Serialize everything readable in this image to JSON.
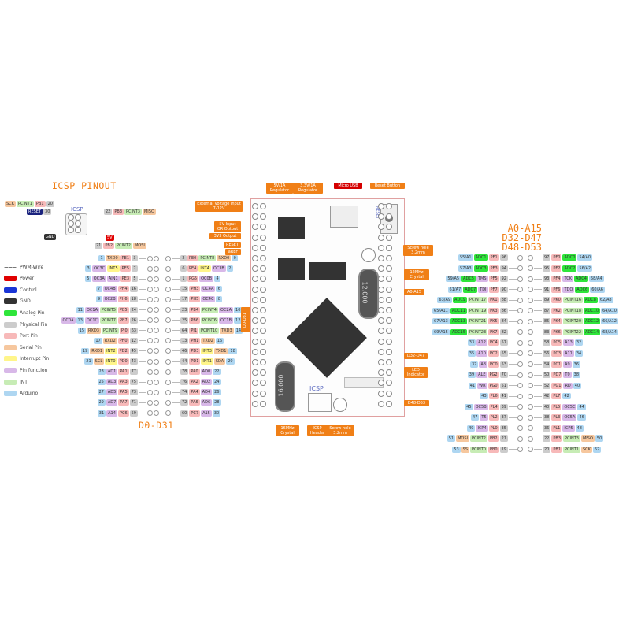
{
  "headers": {
    "icsp_pinout": "ICSP PINOUT",
    "d0_d31": "D0-D31",
    "right_title": [
      "A0-A15",
      "D32-D47",
      "D48-D53"
    ]
  },
  "icsp": {
    "label": "ICSP",
    "rows": [
      {
        "tags": [
          "SCK",
          "PCINT1",
          "PB1",
          "20"
        ],
        "colors": [
          "#f6c79e",
          "#c7ecb5",
          "#f7b9b9",
          "#cccccc"
        ]
      },
      {
        "tags": [
          "RESET",
          "30"
        ],
        "colors": [
          "#1a237e",
          "#cccccc"
        ]
      },
      {
        "tags": [
          "22",
          "PB3",
          "PCINT3",
          "MISO"
        ],
        "colors": [
          "#cccccc",
          "#f7b9b9",
          "#c7ecb5",
          "#f6c79e"
        ]
      },
      {
        "tags": [
          "GND"
        ],
        "colors": [
          "#333333"
        ]
      },
      {
        "tags": [
          "5V"
        ],
        "colors": [
          "#e00000"
        ]
      },
      {
        "tags": [
          "21",
          "PB2",
          "PCINT2",
          "MOSI"
        ],
        "colors": [
          "#cccccc",
          "#f7b9b9",
          "#c7ecb5",
          "#f6c79e"
        ]
      }
    ]
  },
  "legend": [
    {
      "label": "PWM-Wire",
      "color": "#ffffff",
      "style": "dash"
    },
    {
      "label": "Power",
      "color": "#e00000"
    },
    {
      "label": "Control",
      "color": "#1a35d6"
    },
    {
      "label": "GND",
      "color": "#333333"
    },
    {
      "label": "Analog Pin",
      "color": "#2ee53a"
    },
    {
      "label": "Physical Pin",
      "color": "#cccccc"
    },
    {
      "label": "Port Pin",
      "color": "#f7b9b9"
    },
    {
      "label": "Serial Pin",
      "color": "#f6c79e"
    },
    {
      "label": "Interrupt Pin",
      "color": "#fff58a"
    },
    {
      "label": "Pin function",
      "color": "#d8b8e8"
    },
    {
      "label": "INT",
      "color": "#c7ecb5"
    },
    {
      "label": "Arduino",
      "color": "#aed6f1"
    }
  ],
  "colors": {
    "arduino": "#aed6f1",
    "physical": "#cccccc",
    "port": "#f7b9b9",
    "serial": "#f6c79e",
    "interrupt": "#fff58a",
    "function": "#d8b8e8",
    "int": "#c7ecb5",
    "analog": "#2ee53a",
    "power": "#e00000",
    "control": "#1a35d6",
    "gnd": "#333333",
    "accent": "#f07f16"
  },
  "left_outer": [
    {
      "tags": [
        "1",
        "TXD0",
        "PE1",
        "3"
      ],
      "t": [
        "arduino",
        "serial",
        "port",
        "physical"
      ]
    },
    {
      "tags": [
        "3",
        "OC3C",
        "INT5",
        "PE5",
        "7"
      ],
      "t": [
        "arduino",
        "function",
        "interrupt",
        "port",
        "physical"
      ]
    },
    {
      "tags": [
        "5",
        "OC3A",
        "AIN1",
        "PE3",
        "5"
      ],
      "t": [
        "arduino",
        "function",
        "function",
        "port",
        "physical"
      ]
    },
    {
      "tags": [
        "7",
        "OC4B",
        "PH4",
        "16"
      ],
      "t": [
        "arduino",
        "function",
        "port",
        "physical"
      ]
    },
    {
      "tags": [
        "9",
        "OC2B",
        "PH6",
        "18"
      ],
      "t": [
        "arduino",
        "function",
        "port",
        "physical"
      ]
    },
    {
      "tags": [
        "11",
        "OC1A",
        "PCINT5",
        "PB5",
        "24"
      ],
      "t": [
        "arduino",
        "function",
        "int",
        "port",
        "physical"
      ]
    },
    {
      "tags": [
        "OC0A",
        "13",
        "OC1C",
        "PCINT7",
        "PB7",
        "26"
      ],
      "t": [
        "function",
        "arduino",
        "function",
        "int",
        "port",
        "physical"
      ]
    },
    {
      "tags": [
        "15",
        "RXD3",
        "PCINT9",
        "PJ0",
        "63"
      ],
      "t": [
        "arduino",
        "serial",
        "int",
        "port",
        "physical"
      ]
    },
    {
      "tags": [
        "17",
        "RXD2",
        "PH0",
        "12"
      ],
      "t": [
        "arduino",
        "serial",
        "port",
        "physical"
      ]
    },
    {
      "tags": [
        "19",
        "RXD1",
        "INT2",
        "PD2",
        "45"
      ],
      "t": [
        "arduino",
        "serial",
        "interrupt",
        "port",
        "physical"
      ]
    },
    {
      "tags": [
        "21",
        "SCL",
        "INT0",
        "PD0",
        "43"
      ],
      "t": [
        "arduino",
        "serial",
        "interrupt",
        "port",
        "physical"
      ]
    },
    {
      "tags": [
        "23",
        "AD1",
        "PA1",
        "77"
      ],
      "t": [
        "arduino",
        "function",
        "port",
        "physical"
      ]
    },
    {
      "tags": [
        "25",
        "AD3",
        "PA3",
        "75"
      ],
      "t": [
        "arduino",
        "function",
        "port",
        "physical"
      ]
    },
    {
      "tags": [
        "27",
        "AD5",
        "PA5",
        "73"
      ],
      "t": [
        "arduino",
        "function",
        "port",
        "physical"
      ]
    },
    {
      "tags": [
        "29",
        "AD7",
        "PA7",
        "71"
      ],
      "t": [
        "arduino",
        "function",
        "port",
        "physical"
      ]
    },
    {
      "tags": [
        "31",
        "A14",
        "PC6",
        "59"
      ],
      "t": [
        "arduino",
        "function",
        "port",
        "physical"
      ]
    }
  ],
  "left_inner": [
    {
      "tags": [
        "2",
        "PE0",
        "PCINT8",
        "RXD0",
        "0"
      ],
      "t": [
        "physical",
        "port",
        "int",
        "serial",
        "arduino"
      ]
    },
    {
      "tags": [
        "6",
        "PE4",
        "INT4",
        "OC3B",
        "2"
      ],
      "t": [
        "physical",
        "port",
        "interrupt",
        "function",
        "arduino"
      ]
    },
    {
      "tags": [
        "1",
        "PG5",
        "OC0B",
        "4"
      ],
      "t": [
        "physical",
        "port",
        "function",
        "arduino"
      ]
    },
    {
      "tags": [
        "15",
        "PH3",
        "OC4A",
        "6"
      ],
      "t": [
        "physical",
        "port",
        "function",
        "arduino"
      ]
    },
    {
      "tags": [
        "17",
        "PH5",
        "OC4C",
        "8"
      ],
      "t": [
        "physical",
        "port",
        "function",
        "arduino"
      ]
    },
    {
      "tags": [
        "23",
        "PB4",
        "PCINT4",
        "OC2A",
        "10"
      ],
      "t": [
        "physical",
        "port",
        "int",
        "function",
        "arduino"
      ]
    },
    {
      "tags": [
        "25",
        "PB6",
        "PCINT6",
        "OC1B",
        "12"
      ],
      "t": [
        "physical",
        "port",
        "int",
        "function",
        "arduino"
      ]
    },
    {
      "tags": [
        "64",
        "PJ1",
        "PCINT10",
        "TXD3",
        "14"
      ],
      "t": [
        "physical",
        "port",
        "int",
        "serial",
        "arduino"
      ]
    },
    {
      "tags": [
        "13",
        "PH1",
        "TXD2",
        "16"
      ],
      "t": [
        "physical",
        "port",
        "serial",
        "arduino"
      ]
    },
    {
      "tags": [
        "46",
        "PD3",
        "INT3",
        "TXD1",
        "18"
      ],
      "t": [
        "physical",
        "port",
        "interrupt",
        "serial",
        "arduino"
      ]
    },
    {
      "tags": [
        "44",
        "PD1",
        "INT1",
        "SDA",
        "20"
      ],
      "t": [
        "physical",
        "port",
        "interrupt",
        "serial",
        "arduino"
      ]
    },
    {
      "tags": [
        "78",
        "PA0",
        "AD0",
        "22"
      ],
      "t": [
        "physical",
        "port",
        "function",
        "arduino"
      ]
    },
    {
      "tags": [
        "76",
        "PA2",
        "AD2",
        "24"
      ],
      "t": [
        "physical",
        "port",
        "function",
        "arduino"
      ]
    },
    {
      "tags": [
        "74",
        "PA4",
        "AD4",
        "26"
      ],
      "t": [
        "physical",
        "port",
        "function",
        "arduino"
      ]
    },
    {
      "tags": [
        "72",
        "PA6",
        "AD6",
        "28"
      ],
      "t": [
        "physical",
        "port",
        "function",
        "arduino"
      ]
    },
    {
      "tags": [
        "60",
        "PC7",
        "A15",
        "30"
      ],
      "t": [
        "physical",
        "port",
        "function",
        "arduino"
      ]
    }
  ],
  "right_outer": [
    {
      "tags": [
        "55/A1",
        "ADC1",
        "PF1",
        "96"
      ],
      "t": [
        "arduino",
        "analog",
        "port",
        "physical"
      ]
    },
    {
      "tags": [
        "57/A3",
        "ADC3",
        "PF3",
        "94"
      ],
      "t": [
        "arduino",
        "analog",
        "port",
        "physical"
      ]
    },
    {
      "tags": [
        "59/A5",
        "ADC5",
        "TMS",
        "PF5",
        "92"
      ],
      "t": [
        "arduino",
        "analog",
        "function",
        "port",
        "physical"
      ]
    },
    {
      "tags": [
        "61/A7",
        "ADC7",
        "TDI",
        "PF7",
        "90"
      ],
      "t": [
        "arduino",
        "analog",
        "function",
        "port",
        "physical"
      ]
    },
    {
      "tags": [
        "63/A9",
        "ADC9",
        "PCINT17",
        "PK1",
        "88"
      ],
      "t": [
        "arduino",
        "analog",
        "int",
        "port",
        "physical"
      ]
    },
    {
      "tags": [
        "65/A11",
        "ADC11",
        "PCINT19",
        "PK3",
        "86"
      ],
      "t": [
        "arduino",
        "analog",
        "int",
        "port",
        "physical"
      ]
    },
    {
      "tags": [
        "67/A13",
        "ADC13",
        "PCINT21",
        "PK5",
        "84"
      ],
      "t": [
        "arduino",
        "analog",
        "int",
        "port",
        "physical"
      ]
    },
    {
      "tags": [
        "69/A15",
        "ADC15",
        "PCINT23",
        "PK7",
        "82"
      ],
      "t": [
        "arduino",
        "analog",
        "int",
        "port",
        "physical"
      ]
    },
    {
      "tags": [
        "33",
        "A12",
        "PC4",
        "57"
      ],
      "t": [
        "arduino",
        "function",
        "port",
        "physical"
      ]
    },
    {
      "tags": [
        "35",
        "A10",
        "PC2",
        "55"
      ],
      "t": [
        "arduino",
        "function",
        "port",
        "physical"
      ]
    },
    {
      "tags": [
        "37",
        "A8",
        "PC0",
        "53"
      ],
      "t": [
        "arduino",
        "function",
        "port",
        "physical"
      ]
    },
    {
      "tags": [
        "39",
        "ALE",
        "PG2",
        "70"
      ],
      "t": [
        "arduino",
        "function",
        "port",
        "physical"
      ]
    },
    {
      "tags": [
        "41",
        "WR",
        "PG0",
        "51"
      ],
      "t": [
        "arduino",
        "function",
        "port",
        "physical"
      ]
    },
    {
      "tags": [
        "43",
        "PL6",
        "41"
      ],
      "t": [
        "arduino",
        "port",
        "physical"
      ]
    },
    {
      "tags": [
        "45",
        "OC5B",
        "PL4",
        "39"
      ],
      "t": [
        "arduino",
        "function",
        "port",
        "physical"
      ]
    },
    {
      "tags": [
        "47",
        "T5",
        "PL2",
        "37"
      ],
      "t": [
        "arduino",
        "function",
        "port",
        "physical"
      ]
    },
    {
      "tags": [
        "49",
        "ICP4",
        "PL0",
        "35"
      ],
      "t": [
        "arduino",
        "function",
        "port",
        "physical"
      ]
    },
    {
      "tags": [
        "51",
        "MOSI",
        "PCINT2",
        "PB2",
        "21"
      ],
      "t": [
        "arduino",
        "serial",
        "int",
        "port",
        "physical"
      ]
    },
    {
      "tags": [
        "53",
        "SS",
        "PCINT0",
        "PB0",
        "19"
      ],
      "t": [
        "arduino",
        "serial",
        "int",
        "port",
        "physical"
      ]
    }
  ],
  "right_inner": [
    {
      "tags": [
        "97",
        "PF0",
        "ADC0",
        "54/A0"
      ],
      "t": [
        "physical",
        "port",
        "analog",
        "arduino"
      ]
    },
    {
      "tags": [
        "95",
        "PF2",
        "ADC2",
        "56/A2"
      ],
      "t": [
        "physical",
        "port",
        "analog",
        "arduino"
      ]
    },
    {
      "tags": [
        "93",
        "PF4",
        "TCK",
        "ADC4",
        "58/A4"
      ],
      "t": [
        "physical",
        "port",
        "function",
        "analog",
        "arduino"
      ]
    },
    {
      "tags": [
        "91",
        "PF6",
        "TDO",
        "ADC6",
        "60/A6"
      ],
      "t": [
        "physical",
        "port",
        "function",
        "analog",
        "arduino"
      ]
    },
    {
      "tags": [
        "89",
        "PK0",
        "PCINT16",
        "ADC8",
        "62/A8"
      ],
      "t": [
        "physical",
        "port",
        "int",
        "analog",
        "arduino"
      ]
    },
    {
      "tags": [
        "87",
        "PK2",
        "PCINT18",
        "ADC10",
        "64/A10"
      ],
      "t": [
        "physical",
        "port",
        "int",
        "analog",
        "arduino"
      ]
    },
    {
      "tags": [
        "85",
        "PK4",
        "PCINT20",
        "ADC12",
        "66/A12"
      ],
      "t": [
        "physical",
        "port",
        "int",
        "analog",
        "arduino"
      ]
    },
    {
      "tags": [
        "83",
        "PK6",
        "PCINT22",
        "ADC14",
        "68/A14"
      ],
      "t": [
        "physical",
        "port",
        "int",
        "analog",
        "arduino"
      ]
    },
    {
      "tags": [
        "58",
        "PC5",
        "A13",
        "32"
      ],
      "t": [
        "physical",
        "port",
        "function",
        "arduino"
      ]
    },
    {
      "tags": [
        "56",
        "PC3",
        "A11",
        "34"
      ],
      "t": [
        "physical",
        "port",
        "function",
        "arduino"
      ]
    },
    {
      "tags": [
        "54",
        "PC1",
        "A9",
        "36"
      ],
      "t": [
        "physical",
        "port",
        "function",
        "arduino"
      ]
    },
    {
      "tags": [
        "50",
        "PD7",
        "T0",
        "38"
      ],
      "t": [
        "physical",
        "port",
        "function",
        "arduino"
      ]
    },
    {
      "tags": [
        "52",
        "PG1",
        "RD",
        "40"
      ],
      "t": [
        "physical",
        "port",
        "function",
        "arduino"
      ]
    },
    {
      "tags": [
        "42",
        "PL7",
        "42"
      ],
      "t": [
        "physical",
        "port",
        "arduino"
      ]
    },
    {
      "tags": [
        "40",
        "PL5",
        "OC5C",
        "44"
      ],
      "t": [
        "physical",
        "port",
        "function",
        "arduino"
      ]
    },
    {
      "tags": [
        "38",
        "PL3",
        "OC5A",
        "46"
      ],
      "t": [
        "physical",
        "port",
        "function",
        "arduino"
      ]
    },
    {
      "tags": [
        "36",
        "PL1",
        "ICP5",
        "48"
      ],
      "t": [
        "physical",
        "port",
        "function",
        "arduino"
      ]
    },
    {
      "tags": [
        "22",
        "PB3",
        "PCINT3",
        "MISO",
        "50"
      ],
      "t": [
        "physical",
        "port",
        "int",
        "serial",
        "arduino"
      ]
    },
    {
      "tags": [
        "20",
        "PB1",
        "PCINT1",
        "SCK",
        "52"
      ],
      "t": [
        "physical",
        "port",
        "int",
        "serial",
        "arduino"
      ]
    }
  ],
  "callouts": {
    "v5_regulator": "5V/1A Regulator",
    "v33_regulator": "3.3V/1A Regulator",
    "micro_usb": "Micro USB",
    "reset_button": "Reset Button",
    "ext_voltage": "External Voltage Input 7-12V",
    "v5_input": "5V Input OR Output",
    "v33_output": "3V3 Output",
    "reset": "RESET",
    "aref": "aREF",
    "screw_hole_top": "Screw hole 3.2mm",
    "crystal_12": "12MHz Crystal",
    "a0_a15": "A0-A15",
    "d32_d47": "D32-D47",
    "led": "LED Indicator",
    "d48_d53": "D48-D53",
    "crystal_16": "16MHz Crystal",
    "icsp_header": "ICSP Header",
    "screw_hole_bottom": "Screw hole 3.2mm",
    "d0_d31_side": "D0-D31"
  },
  "board": {
    "crystal_12_text": "12.000",
    "crystal_16_text": "16.000",
    "icsp_text": "ICSP",
    "reset_text": "RESET"
  }
}
